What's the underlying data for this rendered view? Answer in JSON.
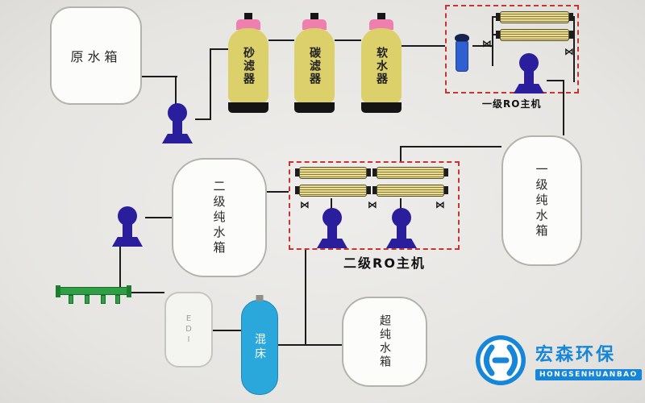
{
  "colors": {
    "background": "#e9e8e5",
    "pipe": "#1c1c1c",
    "ro_box_red": "#c9342f",
    "vessel_yellow": "#dcd06b",
    "cap_pink": "#ee7fae",
    "pump_blue": "#2a1e9c",
    "membrane_yellow": "#e9de8f",
    "mixed_bed_blue": "#2aa7db",
    "manifold_green": "#2f9e44",
    "logo_blue": "#1686d9"
  },
  "tanks": {
    "raw": {
      "label": "原水箱"
    },
    "stage2_pure": {
      "label": "二级纯水箱"
    },
    "stage1_pure": {
      "label": "一级纯水箱"
    },
    "ultrapure": {
      "label": "超纯水箱"
    },
    "edi": {
      "label": "EDI"
    },
    "mixed_bed": {
      "label": "混床"
    }
  },
  "filters": [
    {
      "label": "砂滤器"
    },
    {
      "label": "碳滤器"
    },
    {
      "label": "软水器"
    }
  ],
  "ro_units": {
    "stage1": {
      "label": "一级RO主机"
    },
    "stage2": {
      "label": "二级RO主机"
    }
  },
  "icons": {
    "valve": "⋈"
  },
  "logo": {
    "cn": "宏森环保",
    "en": "HONGSENHUANBAO"
  }
}
